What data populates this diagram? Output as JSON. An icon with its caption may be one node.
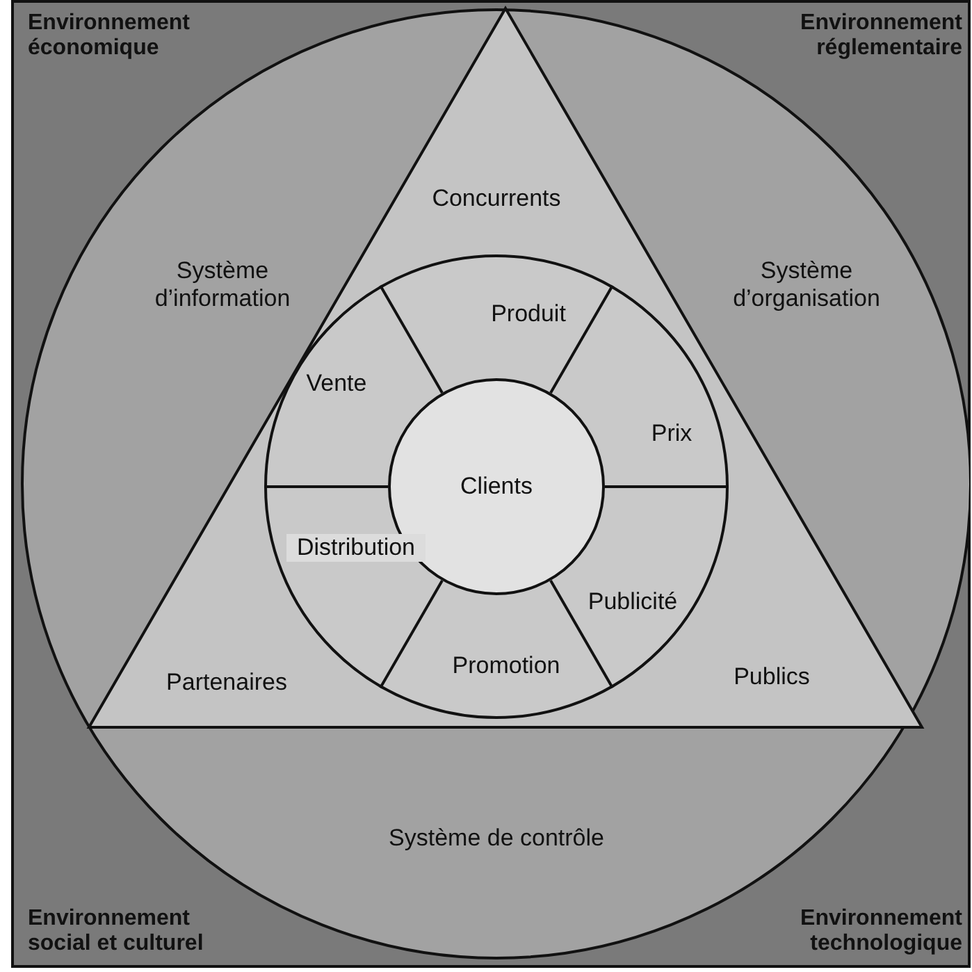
{
  "diagram": {
    "nodes": [
      {
        "text": [
          "Environnement économique",
          "Environnement réglementaire",
          "Environnement social et culturel",
          "Environnement technologique"
        ]
      },
      {
        "text": [
          "Système d’information",
          "Système d’organisation",
          "Système de contrôle"
        ],
        "in": 0
      },
      {
        "text": [
          "Concurrents",
          "Partenaires",
          "Publics"
        ],
        "in": 1
      },
      {
        "text": [
          "Produit",
          "Prix",
          "Publicité",
          "Promotion",
          "Distribution",
          "Vente"
        ],
        "in": 2
      },
      {
        "text": [
          "Clients"
        ],
        "in": 3
      }
    ]
  }
}
